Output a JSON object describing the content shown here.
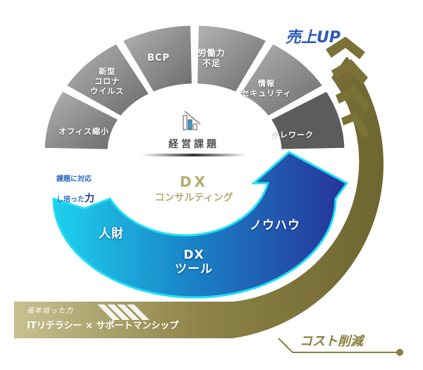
{
  "title_right": "売上UP",
  "challenges": {
    "center_label": "経営課題",
    "segments": [
      "オフィス縮小",
      "新型\nコロナ\nウイルス",
      "BCP",
      "労働力\n不足",
      "情報\nセキュリティ",
      "テレワーク"
    ]
  },
  "left_note": {
    "line1": "課題に対応",
    "line2": "し培った",
    "strong": "力"
  },
  "dx_consulting": {
    "line1": "DX",
    "line2": "コンサルティング"
  },
  "blue_ring": {
    "left": "人財",
    "bottom": "DX\nツール",
    "right": "ノウハウ"
  },
  "gold_band": {
    "sub": "長年培った力",
    "main": "ITリテラシー × サポートマンシップ"
  },
  "cost_label": "コスト削減",
  "colors": {
    "gray_dark": "#5a5a5a",
    "gray_light": "#a8a8a8",
    "blue_dark": "#2b3594",
    "cyan": "#1ec8e8",
    "gold": "#8a8040",
    "title_blue": "#2a5ab8"
  }
}
